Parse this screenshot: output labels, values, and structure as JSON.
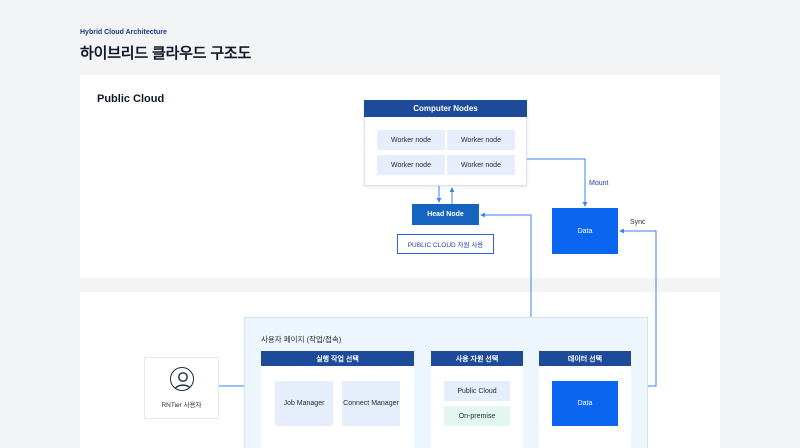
{
  "header": {
    "eyebrow": "Hybrid Cloud Architecture",
    "title": "하이브리드 클라우드 구조도"
  },
  "public_cloud": {
    "label": "Public Cloud",
    "compute_nodes": {
      "title": "Computer Nodes",
      "workers": [
        "Worker node",
        "Worker node",
        "Worker node",
        "Worker node"
      ]
    },
    "head_node": "Head Node",
    "resource_badge": "PUBLIC CLOUD 자원 사용",
    "data": "Data",
    "mount_label": "Mount",
    "sync_label": "Sync"
  },
  "on_premise": {
    "user_page": {
      "title": "사용자 페이지 (작업/접속)",
      "job_select": {
        "title": "실행 작업 선택",
        "items": [
          "Job Manager",
          "Connect Manager"
        ]
      },
      "resource_select": {
        "title": "사용 자원 선택",
        "items": [
          "Public Cloud",
          "On-premise"
        ]
      },
      "data_select": {
        "title": "데이터 선택",
        "data": "Data"
      }
    },
    "user": {
      "label": "RNTier 사용자",
      "icon": "user-icon"
    }
  },
  "colors": {
    "navy": "#1e4a9a",
    "blue": "#0a66f0",
    "head_blue": "#1565c0",
    "line": "#3b82f6"
  }
}
